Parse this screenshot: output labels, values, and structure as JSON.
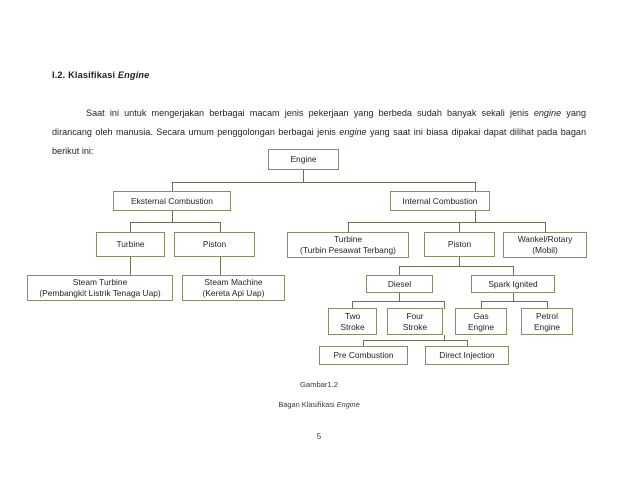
{
  "document": {
    "heading_number": "I.2.",
    "heading_text": "Klasifikasi",
    "heading_emphasis": "Engine",
    "paragraph_part1": "Saat ini untuk mengerjakan berbagai macam jenis pekerjaan yang berbeda sudah banyak sekali jenis ",
    "paragraph_emphasis1": "engine",
    "paragraph_part2": " yang dirancang oleh manusia. Secara umum penggolongan berbagai jenis ",
    "paragraph_emphasis2": "engine",
    "paragraph_part3": " yang saat ini biasa dipakai dapat dilihat pada bagan berikut ini:",
    "caption_figure": "Gambar1.2",
    "caption_title": "Bagan Klasifikasi",
    "caption_emphasis": "Engine",
    "page_number": "5"
  },
  "colors": {
    "node_border": "#8b8b6b",
    "connector": "#6f6f58",
    "text": "#231f20",
    "background": "#ffffff"
  },
  "diagram": {
    "type": "tree",
    "title": "Bagan Klasifikasi Engine",
    "nodes": [
      {
        "id": "engine",
        "label": "Engine",
        "sublabel": "",
        "level": 0
      },
      {
        "id": "eksternal",
        "label": "Eksternal Combustion",
        "sublabel": "",
        "level": 1
      },
      {
        "id": "internal",
        "label": "Internal Combustion",
        "sublabel": "",
        "level": 1
      },
      {
        "id": "ext-turbine",
        "label": "Turbine",
        "sublabel": "",
        "level": 2
      },
      {
        "id": "ext-piston",
        "label": "Piston",
        "sublabel": "",
        "level": 2
      },
      {
        "id": "int-turbine",
        "label": "Turbine",
        "sublabel": "(Turbin Pesawat Terbang)",
        "level": 2
      },
      {
        "id": "int-piston",
        "label": "Piston",
        "sublabel": "",
        "level": 2
      },
      {
        "id": "wankel",
        "label": "Wankel/Rotary",
        "sublabel": "(Mobil)",
        "level": 2
      },
      {
        "id": "steam-turbine",
        "label": "Steam Turbine",
        "sublabel": "(Pembangkit Listrik Tenaga Uap)",
        "level": 3
      },
      {
        "id": "steam-machine",
        "label": "Steam Machine",
        "sublabel": "(Kereta Api Uap)",
        "level": 3
      },
      {
        "id": "diesel",
        "label": "Diesel",
        "sublabel": "",
        "level": 3
      },
      {
        "id": "spark-ignited",
        "label": "Spark Ignited",
        "sublabel": "",
        "level": 3
      },
      {
        "id": "two-stroke",
        "label": "Two",
        "sublabel": "Stroke",
        "level": 4
      },
      {
        "id": "four-stroke",
        "label": "Four",
        "sublabel": "Stroke",
        "level": 4
      },
      {
        "id": "gas-engine",
        "label": "Gas",
        "sublabel": "Engine",
        "level": 4
      },
      {
        "id": "petrol-engine",
        "label": "Petrol",
        "sublabel": "Engine",
        "level": 4
      },
      {
        "id": "pre-combustion",
        "label": "Pre Combustion",
        "sublabel": "",
        "level": 5
      },
      {
        "id": "direct-injection",
        "label": "Direct Injection",
        "sublabel": "",
        "level": 5
      }
    ],
    "edges": [
      {
        "from": "engine",
        "to": "eksternal"
      },
      {
        "from": "engine",
        "to": "internal"
      },
      {
        "from": "eksternal",
        "to": "ext-turbine"
      },
      {
        "from": "eksternal",
        "to": "ext-piston"
      },
      {
        "from": "internal",
        "to": "int-turbine"
      },
      {
        "from": "internal",
        "to": "int-piston"
      },
      {
        "from": "internal",
        "to": "wankel"
      },
      {
        "from": "ext-turbine",
        "to": "steam-turbine"
      },
      {
        "from": "ext-piston",
        "to": "steam-machine"
      },
      {
        "from": "int-piston",
        "to": "diesel"
      },
      {
        "from": "int-piston",
        "to": "spark-ignited"
      },
      {
        "from": "diesel",
        "to": "two-stroke"
      },
      {
        "from": "diesel",
        "to": "four-stroke"
      },
      {
        "from": "spark-ignited",
        "to": "gas-engine"
      },
      {
        "from": "spark-ignited",
        "to": "petrol-engine"
      },
      {
        "from": "four-stroke",
        "to": "pre-combustion"
      },
      {
        "from": "four-stroke",
        "to": "direct-injection"
      }
    ]
  }
}
